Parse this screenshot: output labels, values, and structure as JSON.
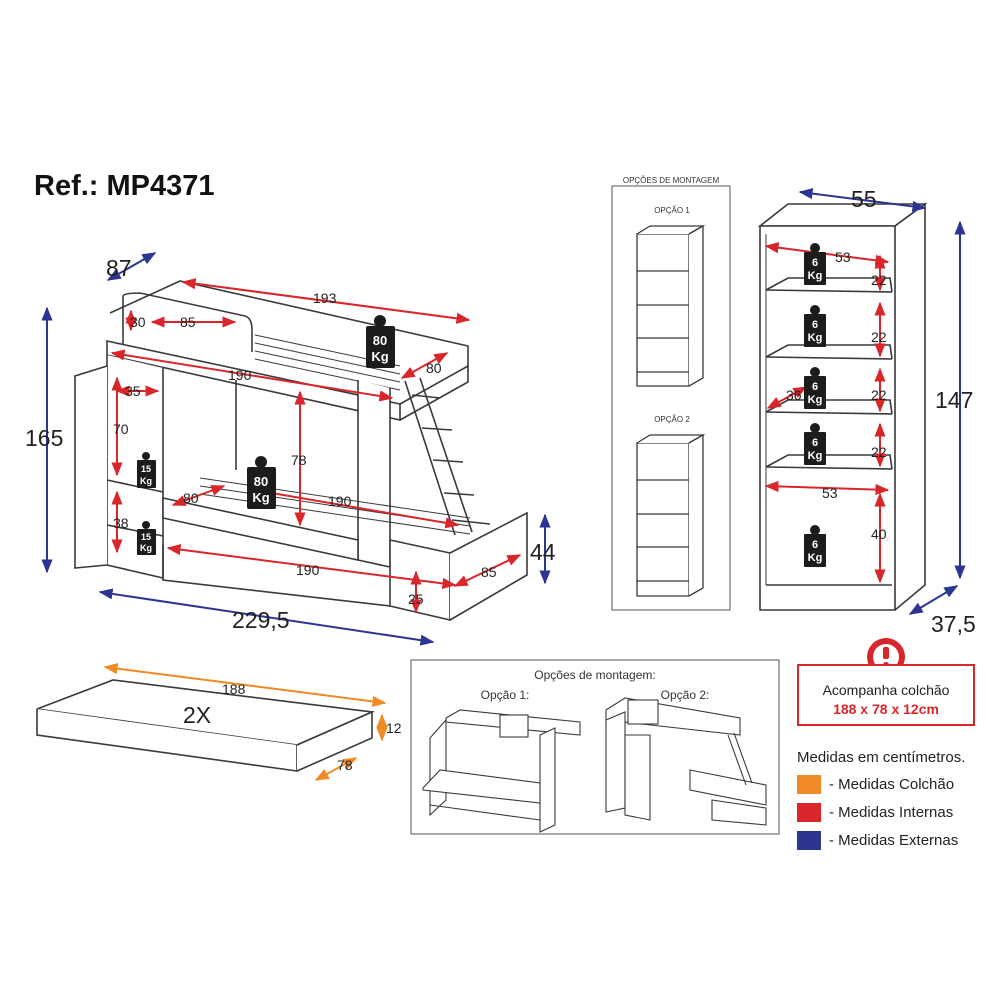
{
  "title": "Ref.: MP4371",
  "colors": {
    "mattress": "#f08a24",
    "internal": "#d9262b",
    "external": "#2c3592",
    "line": "#3a3a3a",
    "weight": "#1c1c1c"
  },
  "bed": {
    "ext_depth": "87",
    "ext_height": "165",
    "ext_length": "229,5",
    "ext_trundle_height": "44",
    "int_top_length": "193",
    "int_headboard_gap": "30",
    "int_headboard_width": "85",
    "int_top_width": "80",
    "int_top_bed_length": "190",
    "int_shelf_width": "35",
    "int_shelf_upper": "70",
    "int_shelf_lower": "38",
    "int_clearance": "78",
    "int_lower_width": "80",
    "int_lower_length": "190",
    "int_trundle_length": "190",
    "int_trundle_width": "85",
    "int_trundle_gap": "25",
    "weight_bed_value": "80",
    "weight_bed_unit": "Kg",
    "weight_shelf_value": "15",
    "weight_shelf_unit": "Kg"
  },
  "options_small": {
    "title": "OPÇÕES DE MONTAGEM",
    "option1": "OPÇÃO 1",
    "option2": "OPÇÃO 2"
  },
  "cabinet": {
    "ext_width": "55",
    "ext_height": "147",
    "ext_depth": "37,5",
    "int_width_top": "53",
    "int_width_bottom": "53",
    "int_depth": "36",
    "shelf_heights": [
      "22",
      "22",
      "22",
      "22",
      "40"
    ],
    "weight_value": "6",
    "weight_unit": "Kg"
  },
  "mattress": {
    "length": "188",
    "width": "78",
    "height": "12",
    "quantity": "2X"
  },
  "options_box": {
    "title": "Opções de montagem:",
    "option1": "Opção 1:",
    "option2": "Opção 2:"
  },
  "warning": {
    "line1": "Acompanha colchão",
    "line2": "188 x 78 x 12cm"
  },
  "legend": {
    "title": "Medidas em centímetros.",
    "items": [
      {
        "label": "- Medidas Colchão",
        "color": "#f08a24"
      },
      {
        "label": "- Medidas Internas",
        "color": "#d9262b"
      },
      {
        "label": "- Medidas Externas",
        "color": "#2c3592"
      }
    ]
  }
}
